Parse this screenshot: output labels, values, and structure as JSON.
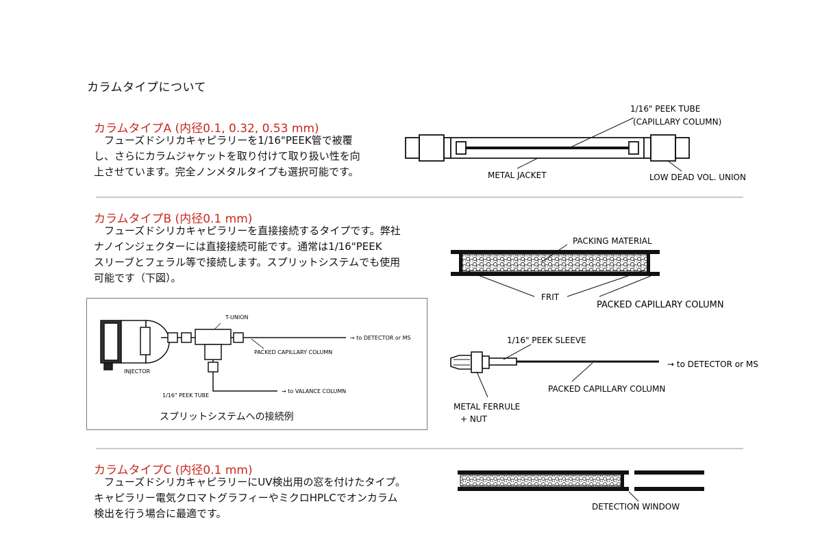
{
  "page": {
    "title": "カラムタイプについて"
  },
  "sections": [
    {
      "title": "カラムタイプA (内径0.1, 0.32, 0.53 mm)",
      "lines": [
        "　フューズドシリカキャピラリーを1/16\"PEEK管で被覆",
        "し、さらにカラムジャケットを取り付けて取り扱い性を向",
        "上させています。完全ノンメタルタイプも選択可能です。"
      ],
      "diagram_labels": {
        "peek_tube": "1/16\" PEEK TUBE",
        "capillary": "(CAPILLARY COLUMN)",
        "metal_jacket": "METAL JACKET",
        "union": "LOW DEAD VOL. UNION"
      }
    },
    {
      "title": "カラムタイプB (内径0.1 mm)",
      "lines": [
        "　フューズドシリカキャピラリーを直接接続するタイプです。弊社",
        "ナノインジェクターには直接接続可能です。通常は1/16\"PEEK",
        "スリーブとフェラル等で接続します。スプリットシステムでも使用",
        "可能です（下図）。"
      ],
      "diagram_labels": {
        "packing": "PACKING MATERIAL",
        "frit": "FRIT",
        "packed": "PACKED CAPILLARY COLUMN",
        "peek_sleeve": "1/16\" PEEK SLEEVE",
        "to_detector": "→ to DETECTOR or MS",
        "packed2": "PACKED CAPILLARY COLUMN",
        "ferrule": "METAL FERRULE",
        "nut": "+ NUT"
      },
      "split": {
        "t_union": "T-UNION",
        "to_detector": "→ to DETECTOR or MS",
        "packed": "PACKED CAPILLARY COLUMN",
        "injector": "INJECTOR",
        "to_valance": "→ to VALANCE COLUMN",
        "peek_tube": "1/16\" PEEK TUBE",
        "caption": "スプリットシステムへの接続例"
      }
    },
    {
      "title": "カラムタイプC (内径0.1 mm)",
      "lines": [
        "　フューズドシリカキャピラリーにUV検出用の窓を付けたタイプ。",
        "キャピラリー電気クロマトグラフィーやミクロHPLCでオンカラム",
        "検出を行う場合に最適です。"
      ],
      "diagram_labels": {
        "window": "DETECTION WINDOW"
      }
    }
  ],
  "colors": {
    "accent": "#c8281e",
    "rule": "#c9c9c9"
  }
}
